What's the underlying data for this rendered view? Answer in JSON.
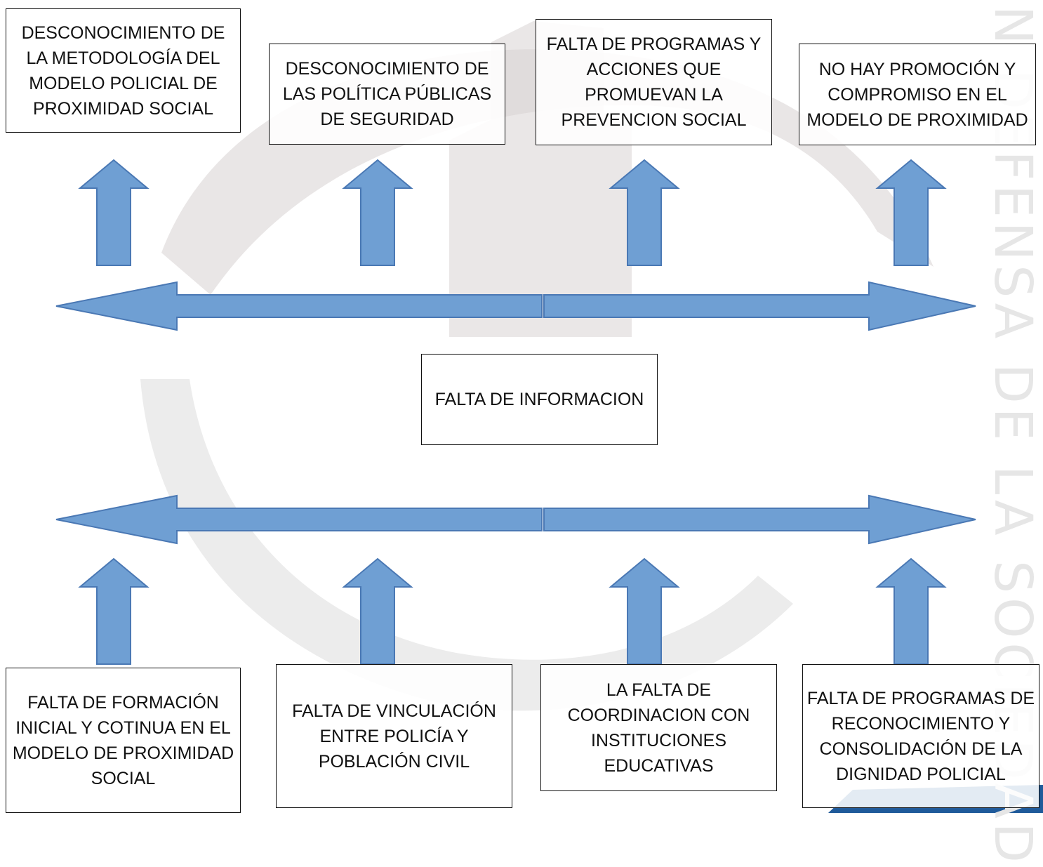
{
  "colors": {
    "arrow_fill": "#6f9fd3",
    "arrow_stroke": "#4a78b4",
    "box_border": "#111111",
    "text": "#111111",
    "watermark": "#e2e2e2",
    "corner_accent": "#1f5a9a"
  },
  "watermark": {
    "text": "N DEFENSA DE LA SOCIEDAD"
  },
  "center": {
    "text": "FALTA DE INFORMACION"
  },
  "effects": [
    {
      "text": "DESCONOCIMIENTO DE LA METODOLOGÍA DEL MODELO POLICIAL DE PROXIMIDAD SOCIAL"
    },
    {
      "text": "DESCONOCIMIENTO DE LAS POLÍTICA PÚBLICAS DE SEGURIDAD"
    },
    {
      "text": "FALTA DE PROGRAMAS Y ACCIONES QUE PROMUEVAN LA PREVENCION SOCIAL"
    },
    {
      "text": "NO HAY PROMOCIÓN Y COMPROMISO EN EL MODELO DE PROXIMIDAD"
    }
  ],
  "causes": [
    {
      "text": "FALTA DE FORMACIÓN INICIAL Y COTINUA EN EL MODELO DE PROXIMIDAD SOCIAL"
    },
    {
      "text": "FALTA DE VINCULACIÓN ENTRE POLICÍA Y POBLACIÓN CIVIL"
    },
    {
      "text": "LA FALTA DE COORDINACION CON INSTITUCIONES EDUCATIVAS"
    },
    {
      "text": "FALTA DE PROGRAMAS DE RECONOCIMIENTO Y CONSOLIDACIÓN DE LA DIGNIDAD POLICIAL"
    }
  ]
}
